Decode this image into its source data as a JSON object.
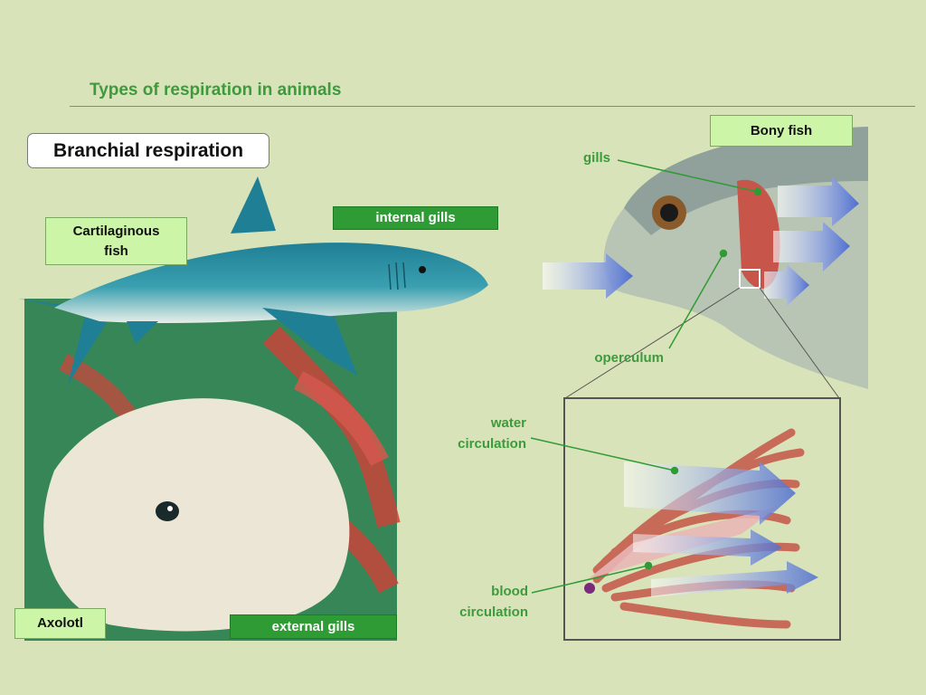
{
  "slide": {
    "title": "Types of respiration in animals",
    "section_title": "Branchial respiration"
  },
  "labels": {
    "cartilaginous": "Cartilaginous fish",
    "internal_gills": "internal gills",
    "axolotl": "Axolotl",
    "external_gills": "external gills",
    "bony_fish": "Bony fish",
    "gills": "gills",
    "operculum": "operculum",
    "water_circulation": "water circulation",
    "blood_circulation": "blood circulation"
  },
  "colors": {
    "background": "#d9e3b9",
    "accent_green": "#3d9a3d",
    "label_light": "#ccf5a8",
    "label_dark": "#2f9b34"
  }
}
